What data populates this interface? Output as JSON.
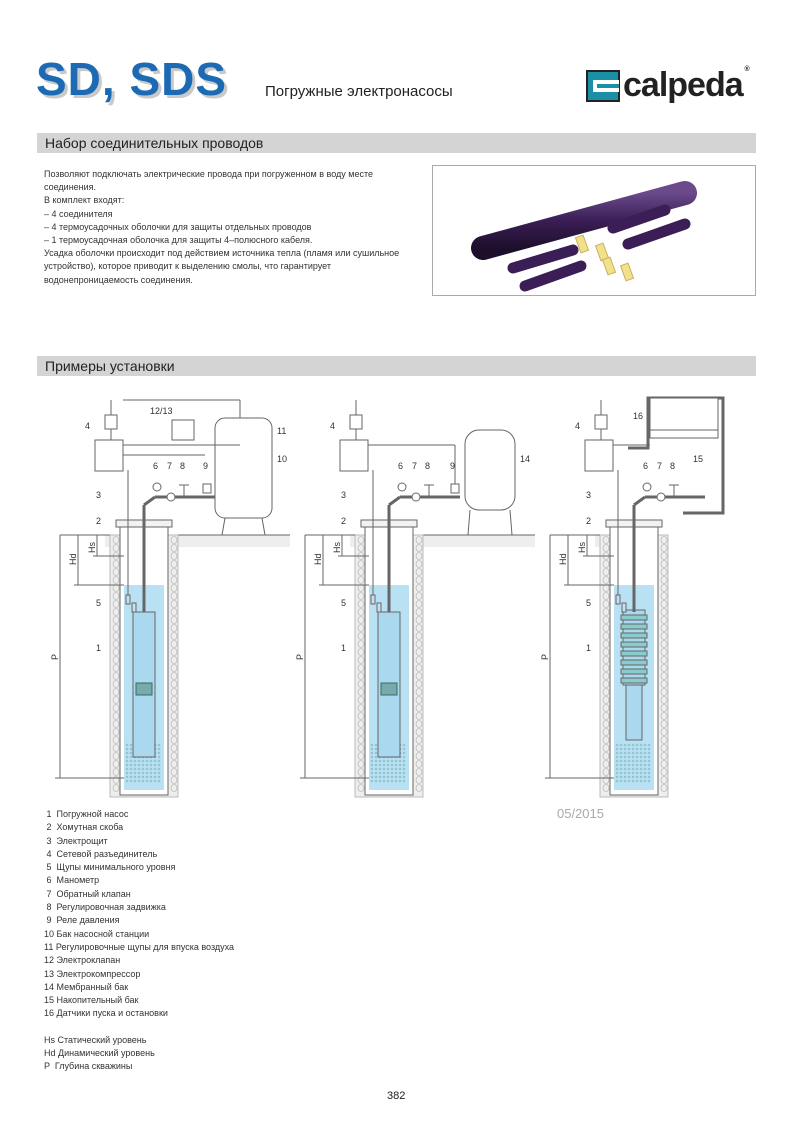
{
  "header": {
    "title": "SD, SDS",
    "subtitle": "Погружные электронасосы",
    "logo": "calpeda",
    "logo_reg": "®"
  },
  "section1": {
    "heading": "Набор соединительных проводов",
    "paragraphs": [
      "Позволяют подключать электрические провода при погруженном в воду месте соединения.",
      "В комплект входят:",
      "– 4 соединителя",
      "– 4 термоусадочных оболочки для защиты отдельных проводов",
      "– 1 термоусадочная оболочка для защиты 4–полюсного кабеля.",
      "Усадка оболочки происходит под действием источника тепла (пламя или сушильное устройство), которое приводит к выделению смолы, что гарантирует водонепроницаемость соединения."
    ]
  },
  "section2": {
    "heading": "Примеры установки"
  },
  "diagram_labels": {
    "n1": "1",
    "n2": "2",
    "n3": "3",
    "n4": "4",
    "n5": "5",
    "n6": "6",
    "n7": "7",
    "n8": "8",
    "n9": "9",
    "n10": "10",
    "n11": "11",
    "n1213": "12/13",
    "n14": "14",
    "n15": "15",
    "n16": "16",
    "P": "P",
    "Hd": "Hd",
    "Hs": "Hs"
  },
  "date": "05/2015",
  "legend": [
    " 1  Погружной насос",
    " 2  Хомутная скоба",
    " 3  Электрощит",
    " 4  Сетевой разъединитель",
    " 5  Щупы минимального уровня",
    " 6  Манометр",
    " 7  Обратный клапан",
    " 8  Регулировочная задвижка",
    " 9  Реле давления",
    "10 Бак насосной станции",
    "11 Регулировочные щупы для впуска воздуха",
    "12 Электроклапан",
    "13 Электрокомпрессор",
    "14 Мембранный бак",
    "15 Накопительный бак",
    "16 Датчики пуска и остановки"
  ],
  "levels": [
    "Hs Статический уровень",
    "Hd Динамический уровень",
    "P  Глубина скважины"
  ],
  "page_number": "382",
  "colors": {
    "brand_blue": "#1c6ab3",
    "water": "#b8e2f4",
    "cable_purple": "#3a1e55"
  }
}
